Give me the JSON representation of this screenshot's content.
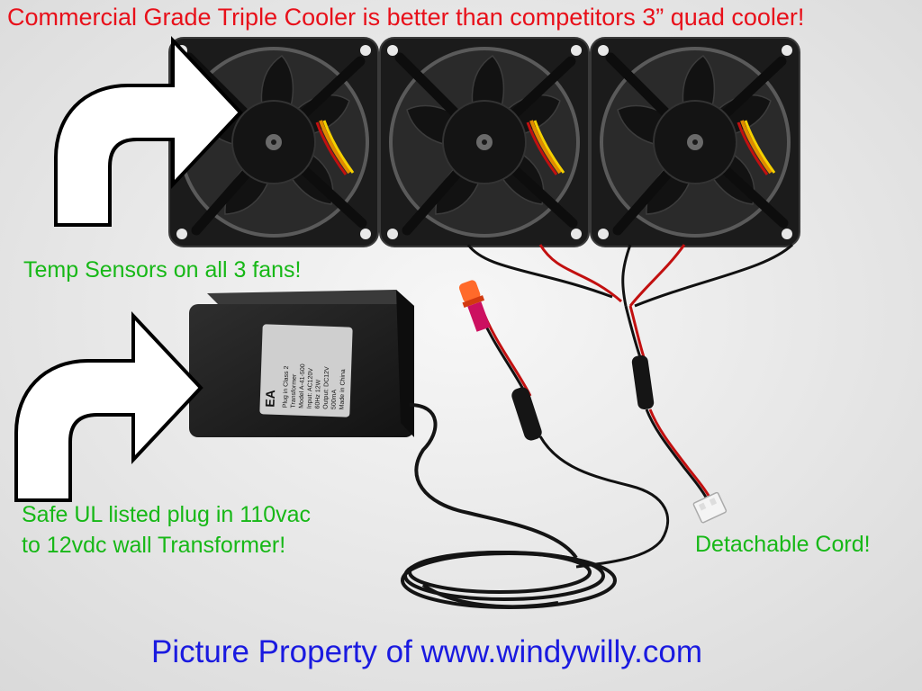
{
  "captions": {
    "headline": "Commercial Grade Triple Cooler is better than competitors 3” quad cooler!",
    "temp_sensors": "Temp Sensors on all 3 fans!",
    "ul_line1": "Safe UL listed plug in 110vac",
    "ul_line2": "to 12vdc wall Transformer!",
    "detachable": "Detachable Cord!",
    "footer": "Picture Property of www.windywilly.com"
  },
  "transformer_label": {
    "brand": "EA",
    "lines": [
      "Plug in Class 2",
      "Transformer",
      "Model A-41-500",
      "Input: AC120V",
      "60Hz 12W",
      "Output: DC12V",
      "500mA",
      "Made in China"
    ]
  },
  "colors": {
    "headline": "#e8101a",
    "callout": "#17b817",
    "footer": "#1a1ae0",
    "fan_body": "#1c1c1c",
    "background": "#ececec"
  },
  "icons": [
    "curved-arrow-icon",
    "fan-icon",
    "led-icon",
    "connector-icon"
  ]
}
